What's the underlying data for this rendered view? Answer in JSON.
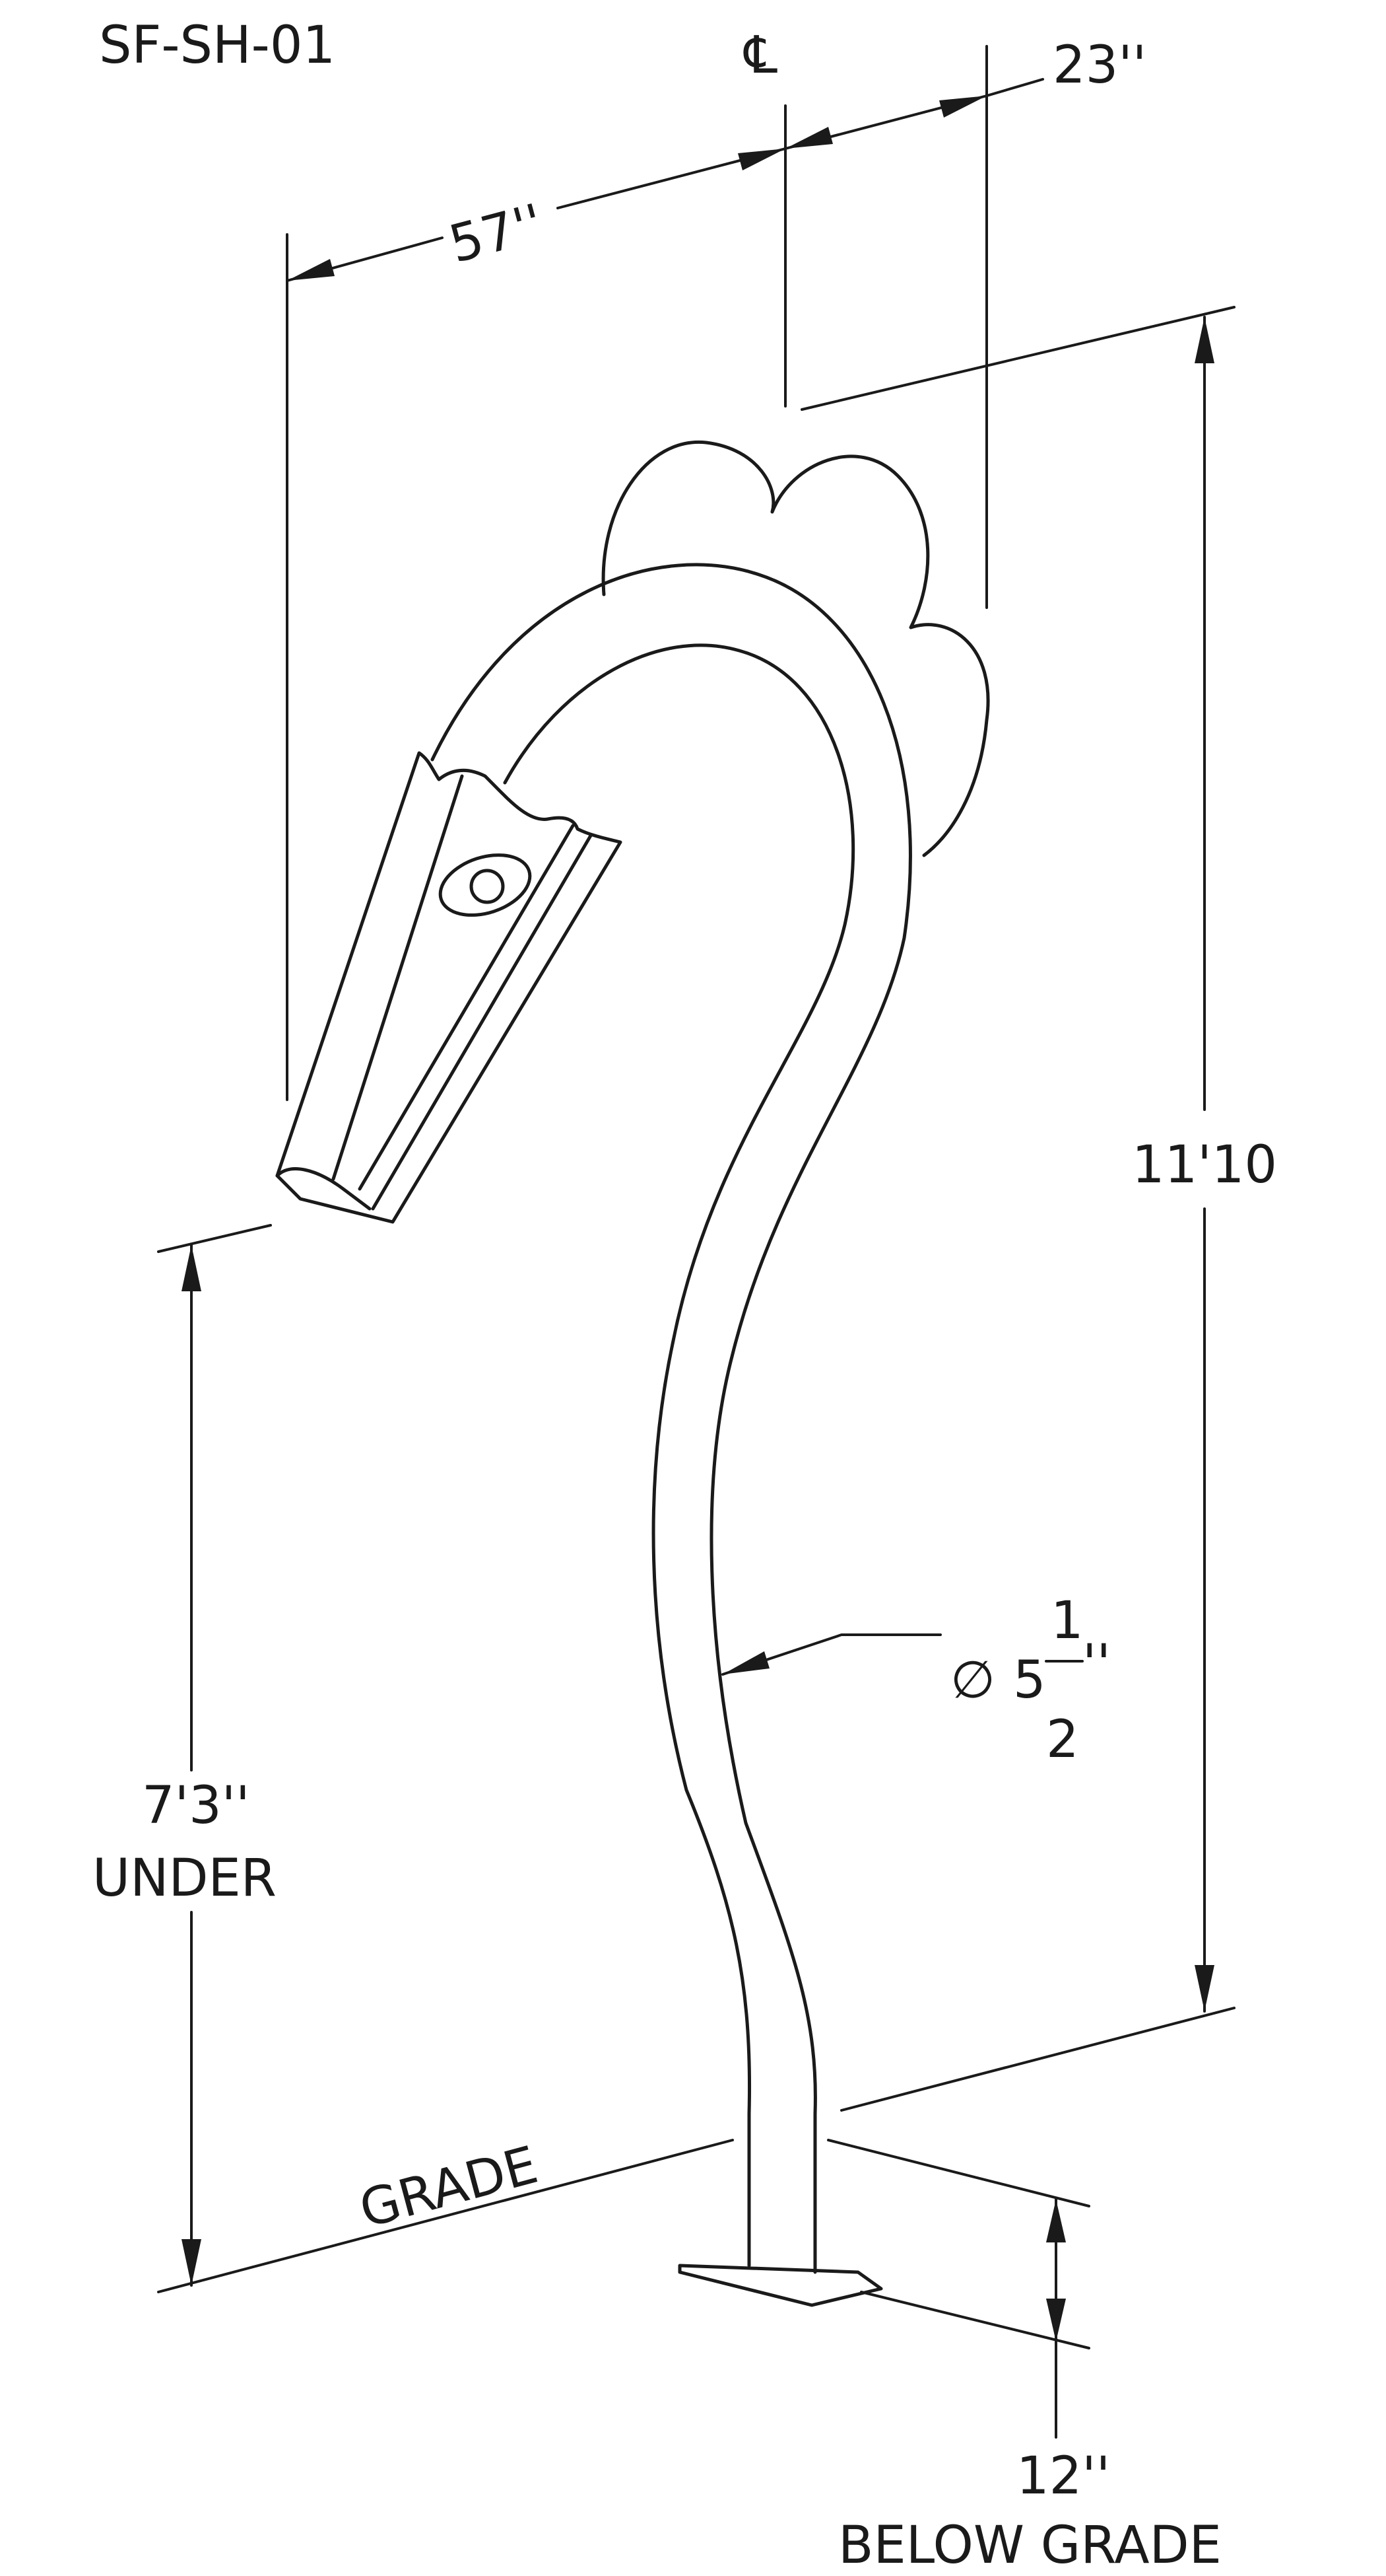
{
  "drawing": {
    "id": "SF-SH-01",
    "centerline_symbol": "℄",
    "dims": {
      "offset_right": "23''",
      "overhang": "57''",
      "total_height": "11'10",
      "pipe_diameter_symbol": "∅",
      "pipe_diameter_whole": "5",
      "pipe_diameter_num": "1",
      "pipe_diameter_den": "2",
      "pipe_diameter_unit": "''",
      "clearance_value": "7'3''",
      "clearance_label": "UNDER",
      "grade_label": "GRADE",
      "embed_value": "12''",
      "embed_label": "BELOW GRADE"
    }
  }
}
